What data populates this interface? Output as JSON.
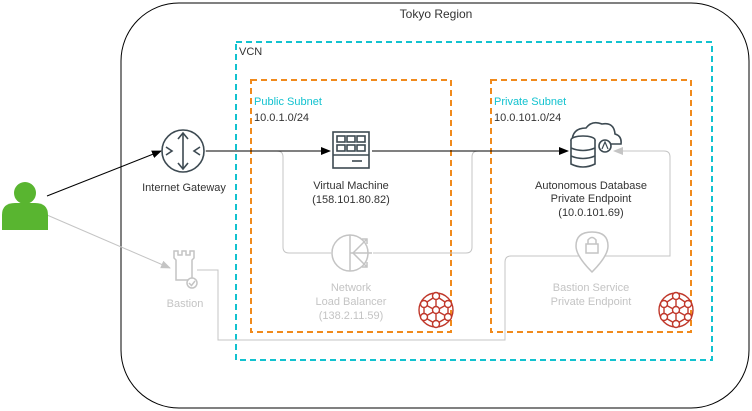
{
  "region": {
    "label": "Tokyo Region"
  },
  "vcn": {
    "label": "VCN"
  },
  "public_subnet": {
    "label": "Public Subnet",
    "cidr": "10.0.1.0/24"
  },
  "private_subnet": {
    "label": "Private Subnet",
    "cidr": "10.0.101.0/24"
  },
  "nodes": {
    "internet_gateway": {
      "label": "Internet Gateway",
      "icon": "gateway-icon"
    },
    "bastion": {
      "label": "Bastion",
      "icon": "bastion-icon"
    },
    "virtual_machine": {
      "label": "Virtual Machine",
      "ip": "(158.101.80.82)",
      "icon": "server-icon"
    },
    "load_balancer": {
      "label_line1": "Network",
      "label_line2": "Load Balancer",
      "ip": "(138.2.11.59)",
      "icon": "load-balancer-icon"
    },
    "autonomous_db": {
      "label_line1": "Autonomous Database",
      "label_line2": "Private Endpoint",
      "ip": "(10.0.101.69)",
      "icon": "database-icon"
    },
    "bastion_endpoint": {
      "label_line1": "Bastion Service",
      "label_line2": "Private Endpoint",
      "icon": "lock-pin-icon"
    },
    "user": {
      "icon": "user-icon"
    }
  },
  "colors": {
    "vcn_border": "#12c2cf",
    "subnet_border": "#f08a1c",
    "subnet_label": "#12c2cf",
    "icon_dark": "#3d4a52",
    "icon_faint": "#c4c4c4",
    "user_green": "#59b530",
    "mesh_red": "#c0382b"
  }
}
